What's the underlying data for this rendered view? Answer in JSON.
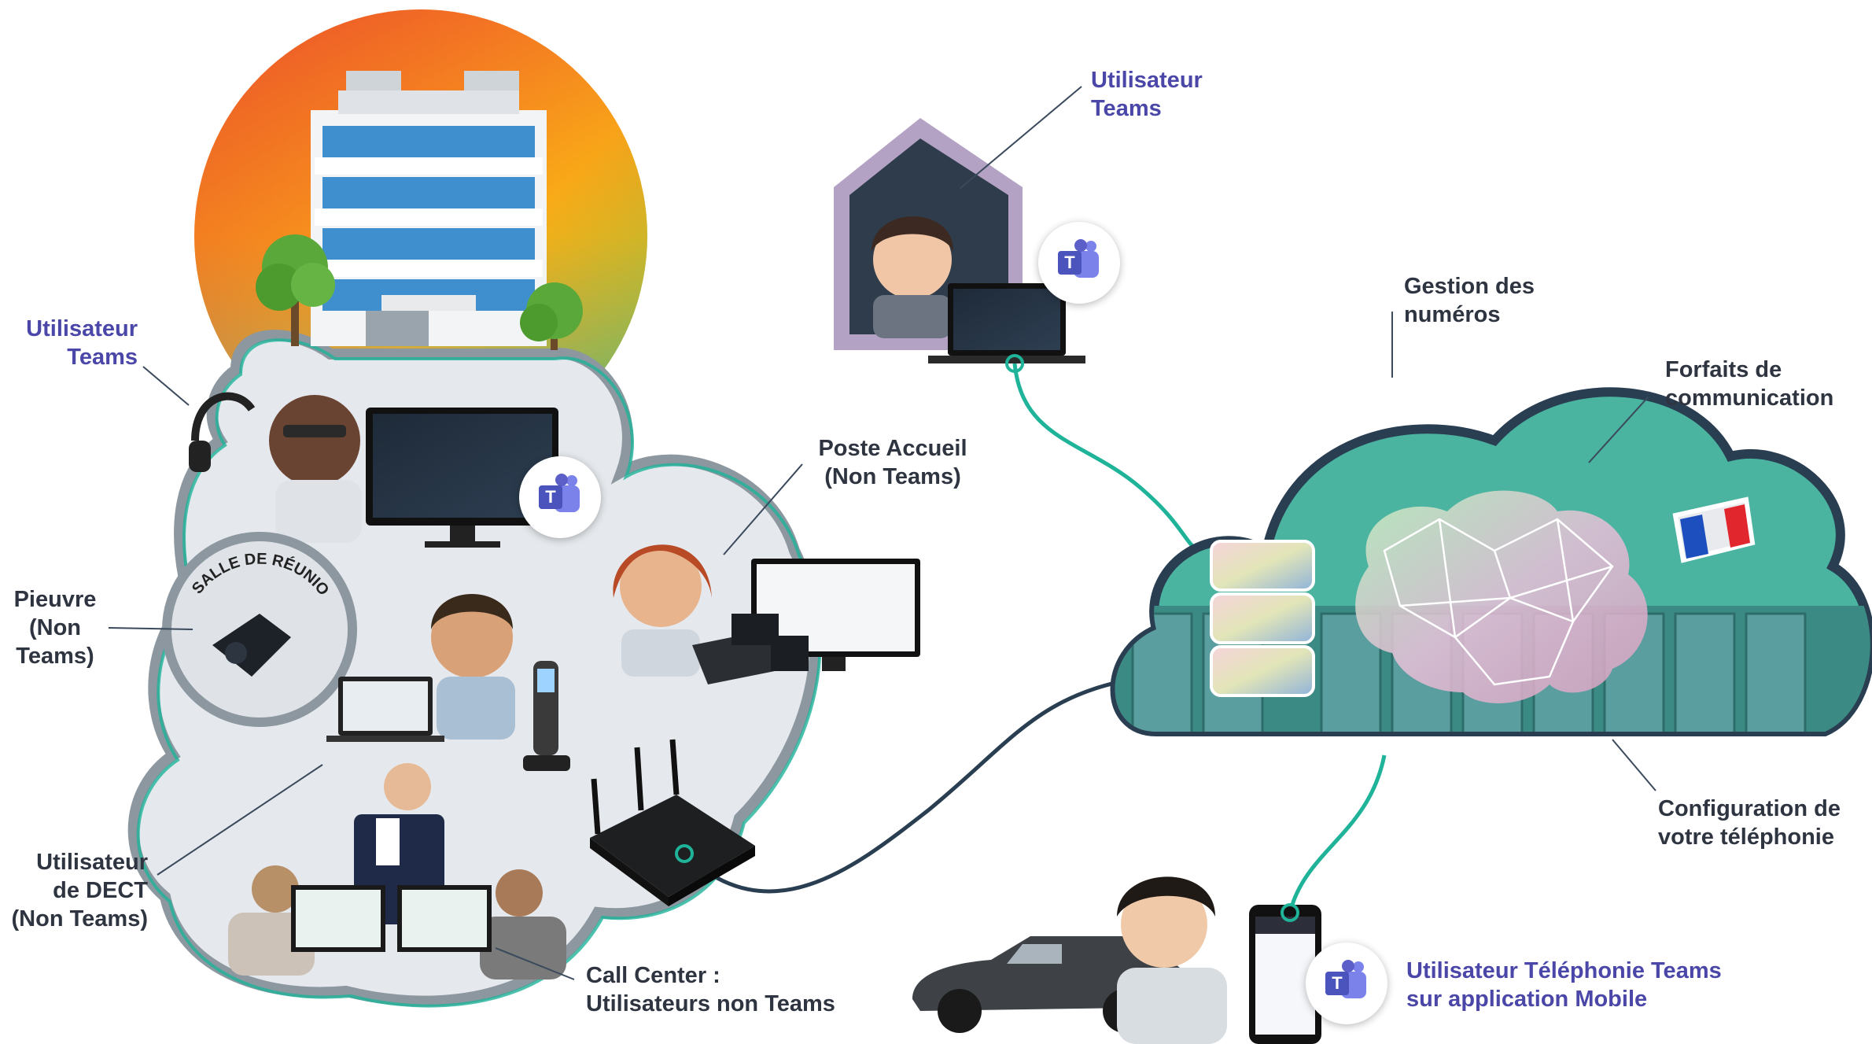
{
  "labels": {
    "teams_user_office": "Utilisateur\nTeams",
    "teams_user_home": "Utilisateur\nTeams",
    "octopus": "Pieuvre\n(Non\nTeams)",
    "reception": "Poste Accueil\n(Non Teams)",
    "dect": "Utilisateur\nde DECT\n(Non Teams)",
    "call_center": "Call Center :\nUtilisateurs non Teams",
    "number_management": "Gestion des\nnuméros",
    "plans": "Forfaits de\ncommunication",
    "config": "Configuration de\nvotre téléphonie",
    "mobile": "Utilisateur Téléphonie Teams\nsur application Mobile"
  },
  "meeting_room_text": "SALLE DE RÉUNION",
  "icons": {
    "teams": "teams-icon",
    "flag": "france-flag-icon",
    "router": "router-icon",
    "car": "car-icon"
  },
  "colors": {
    "label_dark": "#2e3440",
    "label_purple": "#4b47a8",
    "cloud_teal": "#4ab4a0",
    "connector_teal": "#1fb39a",
    "connector_dark": "#2a3e52",
    "teams_purple": "#5b5fc7"
  }
}
